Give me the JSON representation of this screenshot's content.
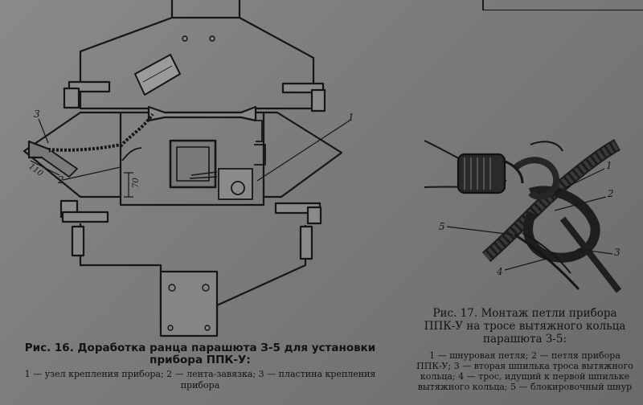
{
  "figure16": {
    "labels": {
      "callout1": "1",
      "callout2": "2",
      "callout3": "3",
      "dim110": "110",
      "dim70": "70"
    },
    "caption_title": "Рис. 16. Доработка ранца парашюта З-5 для установки прибора ППК-У:",
    "caption_legend": "1 — узел крепления прибора; 2 — лента-завязка; 3 — пластина крепления прибора"
  },
  "figure17": {
    "labels": {
      "callout1": "1",
      "callout2": "2",
      "callout3": "3",
      "callout4": "4",
      "callout5": "5"
    },
    "caption_title": "Рис. 17. Монтаж петли прибора ППК-У на тросе вытяжного кольца парашюта З-5:",
    "caption_legend": "1 — шнуровая петля; 2 — петля прибора ППК-У; 3 — вторая шпилька троса вытяжного кольца; 4 — трос, идущий к первой шпильке вытяжного кольца; 5 — блокировочный шнур"
  }
}
